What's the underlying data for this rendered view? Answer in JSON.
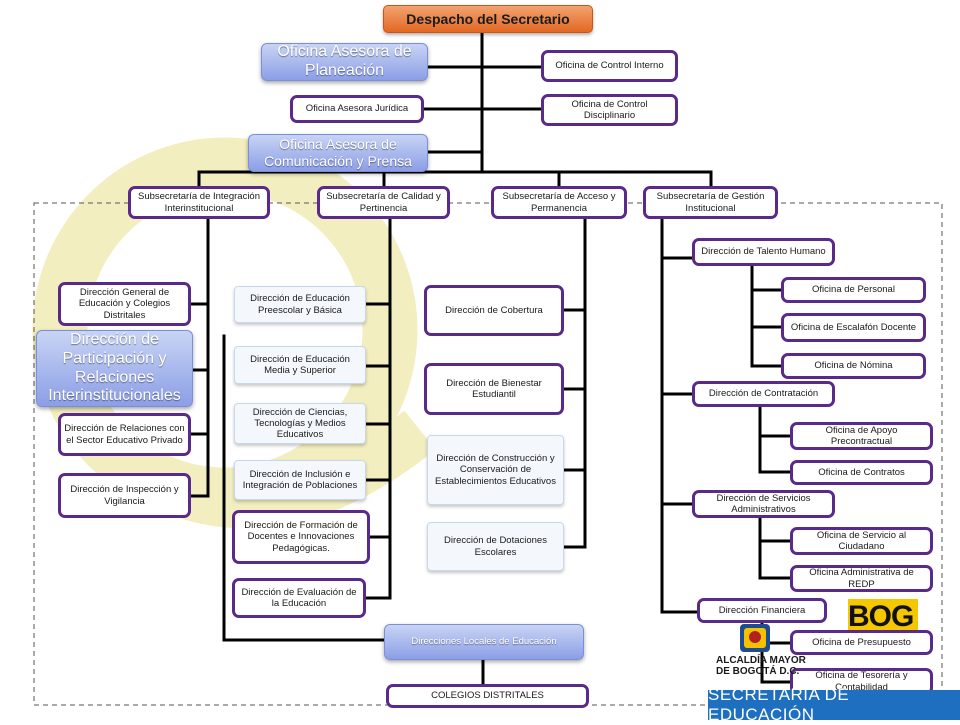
{
  "boxes": {
    "despacho": "Despacho del Secretario",
    "oap": "Oficina Asesora de Planeación",
    "oaj": "Oficina  Asesora Jurídica",
    "oac": "Oficina Asesora de Comunicación y Prensa",
    "oci": "Oficina de Control Interno",
    "ocd": "Oficina  de Control Disciplinario",
    "sub1": "Subsecretaría de Integración Interinstitucional",
    "sub2": "Subsecretaría de  Calidad y Pertinencia",
    "sub3": "Subsecretaría de Acceso y Permanencia",
    "sub4": "Subsecretaría de Gestión Institucional",
    "dg": "Dirección General de Educación y Colegios Distritales",
    "dpar": "Dirección de Participación y Relaciones Interinstitucionales",
    "drel": "Dirección de Relaciones con el Sector Educativo Privado",
    "dins": "Dirección de Inspección y Vigilancia",
    "dpre": "Dirección de  Educación Preescolar y Básica",
    "dmed": "Dirección de Educación Media y Superior",
    "dcie": "Dirección de Ciencias, Tecnologías y Medios Educativos",
    "dinc": "Dirección de Inclusión e Integración de Poblaciones",
    "dfor": "Dirección de Formación de Docentes e Innovaciones Pedagógicas.",
    "deva": "Dirección de Evaluación de la Educación",
    "dcob": "Dirección de Cobertura",
    "dbie": "Dirección de  Bienestar Estudiantil",
    "dcon": "Dirección de Construcción y Conservación de Establecimientos Educativos",
    "ddot": "Dirección de Dotaciones Escolares",
    "dtal": "Dirección de Talento Humano",
    "oper": "Oficina de Personal",
    "oesc": "Oficina de Escalafón Docente",
    "onom": "Oficina  de Nómina",
    "dcont": "Dirección de Contratación",
    "oapo": "Oficina de Apoyo Precontractual",
    "ocon": "Oficina de Contratos",
    "dser": "Dirección de Servicios Administrativos",
    "osc": "Oficina de Servicio al Ciudadano",
    "oadm": "Oficina Administrativa de REDP",
    "dfin": "Dirección Financiera",
    "opre": "Oficina de Presupuesto",
    "otes": "Oficina de Tesorería y Contabilidad",
    "dle": "Direcciones Locales de Educación",
    "col": "COLEGIOS DISTRITALES"
  },
  "logo": {
    "bog": "BOG",
    "alcaldia_line1": "ALCALDÍA MAYOR",
    "alcaldia_line2": "DE BOGOTÁ D.C.",
    "banner": "SECRETARÍA DE EDUCACIÓN"
  },
  "colors": {
    "box_border": "#5a2a8a",
    "connector": "#000000",
    "header": "#e36823",
    "highlight": "#8c9ee6",
    "watermark": "#f3eec0",
    "banner": "#1e6fc0"
  }
}
